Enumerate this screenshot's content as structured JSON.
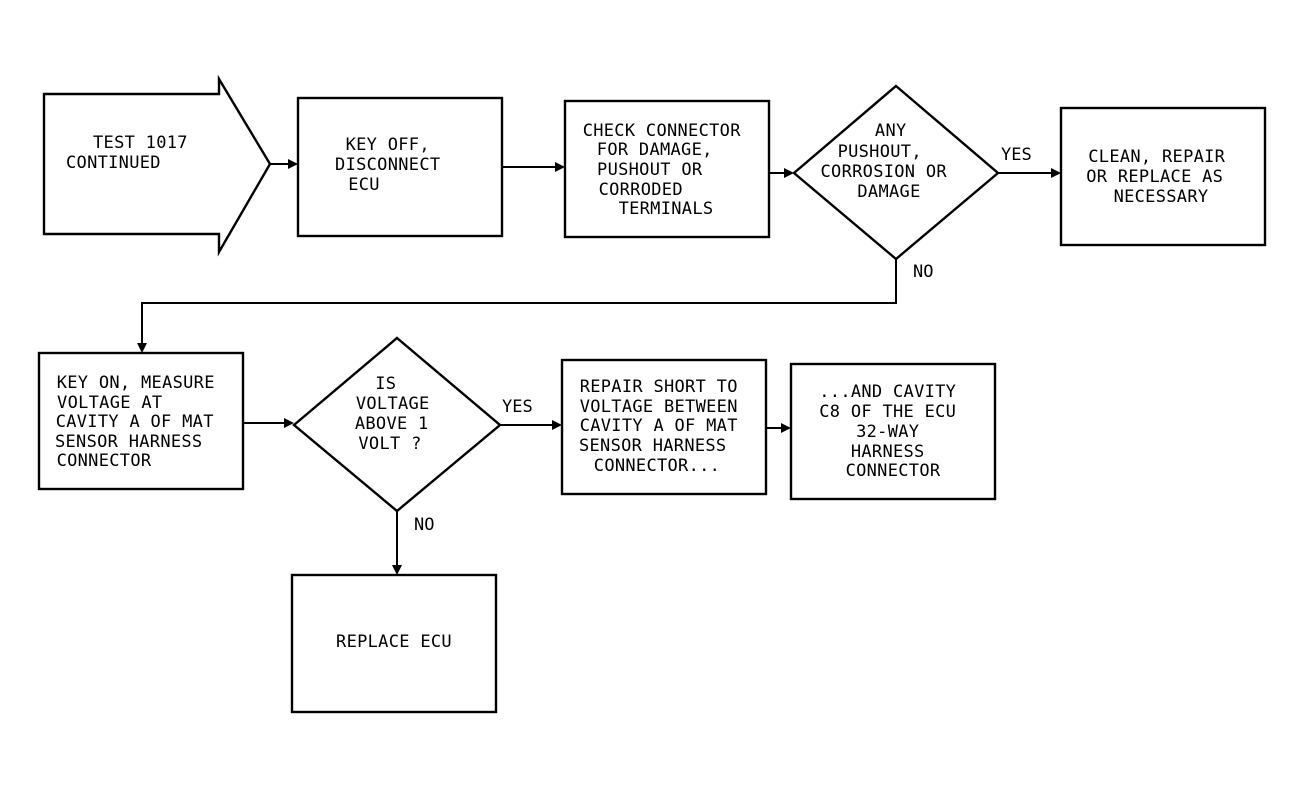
{
  "nodes": {
    "start": {
      "lines": [
        "TEST 1017",
        "CONTINUED"
      ]
    },
    "key_off": {
      "lines": [
        "KEY OFF,",
        "DISCONNECT",
        "ECU"
      ]
    },
    "check_connector": {
      "lines": [
        "CHECK CONNECTOR",
        "FOR DAMAGE,",
        "PUSHOUT OR",
        "CORRODED",
        "TERMINALS"
      ]
    },
    "decision_damage": {
      "lines": [
        "ANY",
        "PUSHOUT,",
        "CORROSION OR",
        "DAMAGE"
      ]
    },
    "clean_repair": {
      "lines": [
        "CLEAN, REPAIR",
        "OR REPLACE AS",
        "NECESSARY"
      ]
    },
    "key_on_measure": {
      "lines": [
        "KEY ON, MEASURE",
        "VOLTAGE AT",
        "CAVITY A OF MAT",
        "SENSOR HARNESS",
        "CONNECTOR"
      ]
    },
    "decision_voltage": {
      "lines": [
        "IS",
        "VOLTAGE",
        "ABOVE 1",
        "VOLT ?"
      ]
    },
    "repair_short": {
      "lines": [
        "REPAIR SHORT TO",
        "VOLTAGE BETWEEN",
        "CAVITY A OF MAT",
        "SENSOR HARNESS",
        "CONNECTOR..."
      ]
    },
    "cavity_c8": {
      "lines": [
        "...AND CAVITY",
        "C8 OF THE ECU",
        "32-WAY",
        "HARNESS",
        "CONNECTOR"
      ]
    },
    "replace_ecu": {
      "lines": [
        "REPLACE ECU"
      ]
    }
  },
  "labels": {
    "yes_damage": "YES",
    "no_damage": "NO",
    "yes_voltage": "YES",
    "no_voltage": "NO"
  }
}
